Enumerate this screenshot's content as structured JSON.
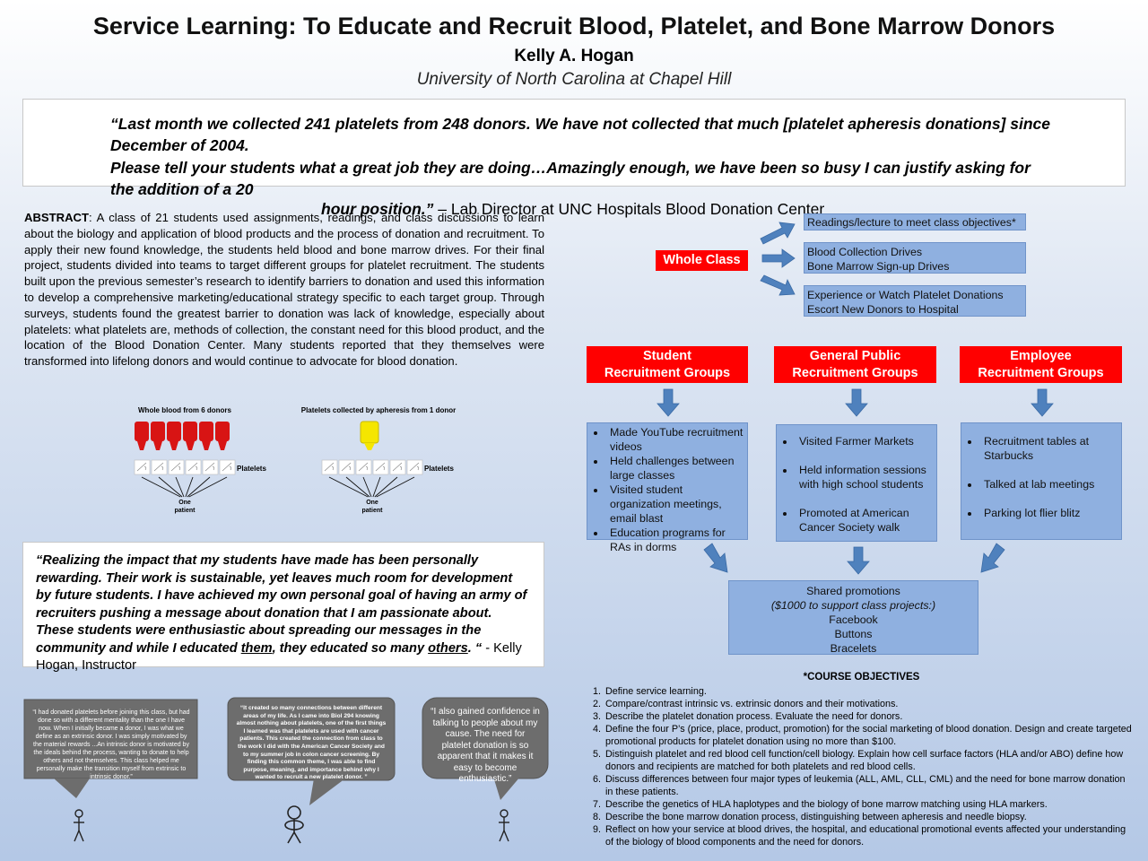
{
  "header": {
    "title": "Service Learning: To Educate and Recruit Blood, Platelet, and Bone Marrow Donors",
    "author": "Kelly A. Hogan",
    "affiliation": "University of North Carolina at Chapel Hill"
  },
  "top_quote": {
    "line1": "“Last month we collected 241 platelets from 248 donors. We have not collected that much [platelet apheresis donations] since",
    "line2": "December of 2004.",
    "line3": " Please tell your students what a great job they are doing…Amazingly enough, we have been so busy I can justify asking for",
    "line4": "the addition of a 20",
    "line5": "hour position.”",
    "attribution": " – Lab Director at UNC Hospitals Blood Donation Center"
  },
  "abstract": {
    "label": "ABSTRACT",
    "text": ": A class of 21 students used assignments, readings, and class discussions to learn about the biology and application of blood products and the process of donation and recruitment. To apply their new found knowledge, the students held blood and bone marrow drives.  For their final project, students divided into teams to target different groups for platelet recruitment.  The students built upon the previous semester’s research to identify barriers to donation and used this information to develop a comprehensive marketing/educational strategy specific to each target group. Through surveys, students found the greatest barrier to donation was lack of knowledge, especially about platelets: what platelets are, methods of collection, the constant need for this blood product, and the location of the Blood Donation Center. Many students reported that they themselves were transformed into lifelong donors and would continue to advocate for blood donation."
  },
  "donation_graphic": {
    "left_title": "Whole blood from 6 donors",
    "right_title": "Platelets collected by apheresis from 1 donor",
    "platelets_label": "Platelets",
    "patient_label_1": "One",
    "patient_label_2": "patient",
    "colors": {
      "whole_blood": "#d81414",
      "platelet_bag": "#f5e600"
    }
  },
  "instructor_quote": {
    "text_part1": "“Realizing the impact that my students have made has been personally rewarding.  Their work is sustainable, yet leaves much room for development by future students. I have achieved my own personal goal of having an army of recruiters pushing a message about donation that I am passionate about. These students were enthusiastic about spreading our messages in the community and while I educated ",
    "them": "them",
    "text_part2": ", they educated so many ",
    "others": "others",
    "text_part3": ".  “",
    "attribution": " - Kelly Hogan, Instructor"
  },
  "student_quotes": {
    "q1": "“I had donated platelets before joining this class, but had done so with a different mentality than the one I have now. When I initially became a donor, I was what we define as an extrinsic donor. I was simply motivated by the material rewards ...An intrinsic donor is motivated by the ideals behind the process, wanting to donate to help others and not themselves. This class helped me personally make the transition myself from extrinsic to intrinsic donor.”",
    "q2": "“It created so many connections between different areas of my life. As I came into Biol 294 knowing almost nothing about platelets, one of the first things I learned was that platelets are used with cancer patients. This created the connection from class to the work I did with the American Cancer Society and to my summer job in colon cancer screening. By finding this common theme, I was able to find purpose, meaning, and importance behind why I wanted to recruit a new platelet donor. ”",
    "q3": "“I also gained confidence in talking to people about my cause.  The need for platelet donation is so apparent that it makes it easy to become enthusiastic.”",
    "colors": {
      "bubble": "#6d6d6d"
    }
  },
  "flow": {
    "whole_class": "Whole Class",
    "readings": "Readings/lecture to meet class objectives*",
    "drives_line1": "Blood Collection Drives",
    "drives_line2": "Bone Marrow Sign-up Drives",
    "experience_line1": "Experience or Watch Platelet Donations",
    "experience_line2": "Escort New Donors to Hospital",
    "groups": [
      {
        "title_line1": "Student",
        "title_line2": "Recruitment Groups"
      },
      {
        "title_line1": "General Public",
        "title_line2": "Recruitment Groups"
      },
      {
        "title_line1": "Employee",
        "title_line2": "Recruitment Groups"
      }
    ],
    "student_items": [
      "Made YouTube recruitment videos",
      "Held challenges between large classes",
      "Visited student organization meetings, email blast",
      "Education programs for RAs in dorms"
    ],
    "public_items": [
      "Visited Farmer Markets",
      "Held information sessions with  high school students",
      "Promoted at American Cancer Society walk"
    ],
    "employee_items": [
      "Recruitment tables at Starbucks",
      "Talked at lab meetings",
      "Parking lot flier blitz"
    ],
    "shared": {
      "line1": "Shared promotions",
      "line2": "($1000 to support class projects:)",
      "line3": "Facebook",
      "line4": "Buttons",
      "line5": "Bracelets"
    },
    "colors": {
      "red": "#ff0000",
      "blue_box": "#8fb0e0",
      "arrow": "#4f81bd"
    }
  },
  "objectives": {
    "title": "*COURSE OBJECTIVES",
    "items": [
      "Define service learning.",
      "Compare/contrast intrinsic vs. extrinsic donors and their motivations.",
      "Describe the platelet donation process. Evaluate the need for donors.",
      "Define the four P’s (price, place, product, promotion) for the social marketing of blood donation. Design and create targeted promotional products for platelet donation using  no more than $100.",
      "Distinguish platelet and red blood cell function/cell biology. Explain how cell surface factors (HLA and/or ABO) define how donors and recipients are matched for both platelets and red blood cells.",
      "Discuss differences between four major types of leukemia (ALL, AML, CLL, CML) and the need for bone marrow donation in these patients.",
      "Describe the genetics of HLA haplotypes and the biology of bone marrow matching using HLA markers.",
      "Describe the bone marrow donation process, distinguishing between apheresis and needle biopsy.",
      "Reflect on how your service at blood drives, the hospital, and educational promotional events affected your understanding of the biology of blood components and the need for donors."
    ]
  }
}
